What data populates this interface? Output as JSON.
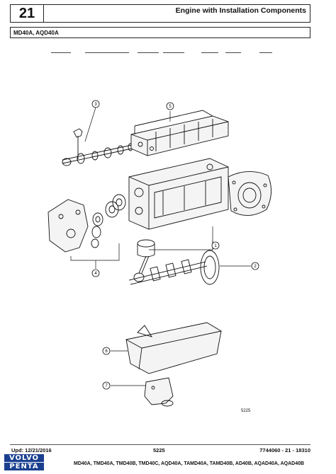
{
  "header": {
    "section_number": "21",
    "title": "Engine with Installation Components"
  },
  "model_line": "MD40A, AQD40A",
  "callouts": [
    "1",
    "2",
    "3",
    "4",
    "5",
    "6",
    "7"
  ],
  "figure_number": "5225",
  "footer": {
    "updated": "Upd: 12/21/2016",
    "page_code": "5225",
    "doc_number": "7744060 - 21 - 18310",
    "brand_line1": "VOLVO",
    "brand_line2": "PENTA",
    "models": "MD40A, TMD40A, TMD40B, TMD40C, AQD40A, TAMD40A, TAMD40B, AD40B, AQAD40A, AQAD40B"
  }
}
